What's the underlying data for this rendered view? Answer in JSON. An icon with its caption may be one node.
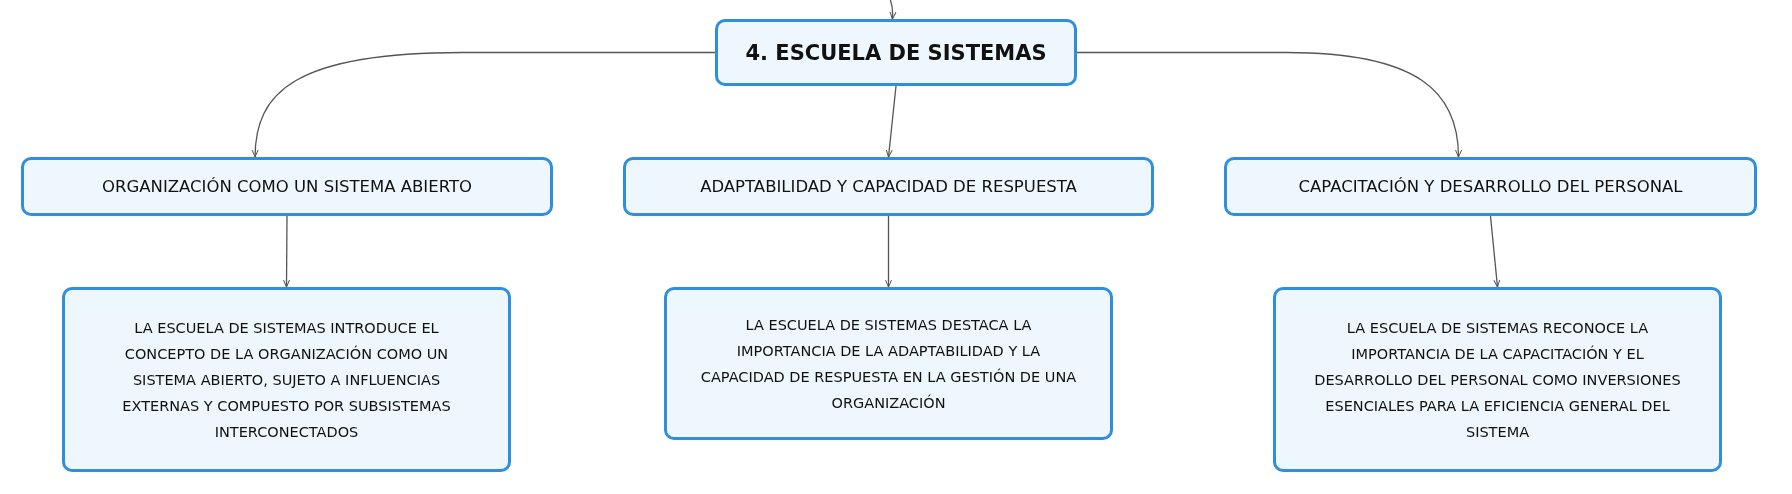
{
  "diagram": {
    "nodes": [
      {
        "text": [
          "4. ESCUELA DE SISTEMAS"
        ]
      },
      {
        "text": [
          "ORGANIZACIÓN COMO UN SISTEMA ABIERTO"
        ]
      },
      {
        "text": [
          "ADAPTABILIDAD Y CAPACIDAD DE RESPUESTA"
        ]
      },
      {
        "text": [
          "CAPACITACIÓN Y DESARROLLO DEL PERSONAL"
        ]
      },
      {
        "text": [
          "LA ESCUELA DE SISTEMAS INTRODUCE EL CONCEPTO DE LA ORGANIZACIÓN COMO UN SISTEMA ABIERTO, SUJETO A INFLUENCIAS EXTERNAS Y COMPUESTO POR SUBSISTEMAS INTERCONECTADOS"
        ]
      },
      {
        "text": [
          "LA ESCUELA DE SISTEMAS DESTACA LA IMPORTANCIA DE LA ADAPTABILIDAD Y LA CAPACIDAD DE RESPUESTA EN LA GESTIÓN DE UNA ORGANIZACIÓN"
        ]
      },
      {
        "text": [
          "LA ESCUELA DE SISTEMAS RECONOCE LA IMPORTANCIA DE LA CAPACITACIÓN Y EL DESARROLLO DEL PERSONAL COMO INVERSIONES ESENCIALES PARA LA EFICIENCIA GENERAL DEL SISTEMA"
        ]
      }
    ],
    "edges": [
      {
        "from": null,
        "to": 0,
        "arrow": "to"
      },
      {
        "from": 0,
        "to": 1,
        "arrow": "to"
      },
      {
        "from": 0,
        "to": 2,
        "arrow": "to"
      },
      {
        "from": 0,
        "to": 3,
        "arrow": "to"
      },
      {
        "from": 1,
        "to": 4,
        "arrow": "to"
      },
      {
        "from": 2,
        "to": 5,
        "arrow": "to"
      },
      {
        "from": 3,
        "to": 6,
        "arrow": "to"
      }
    ]
  }
}
